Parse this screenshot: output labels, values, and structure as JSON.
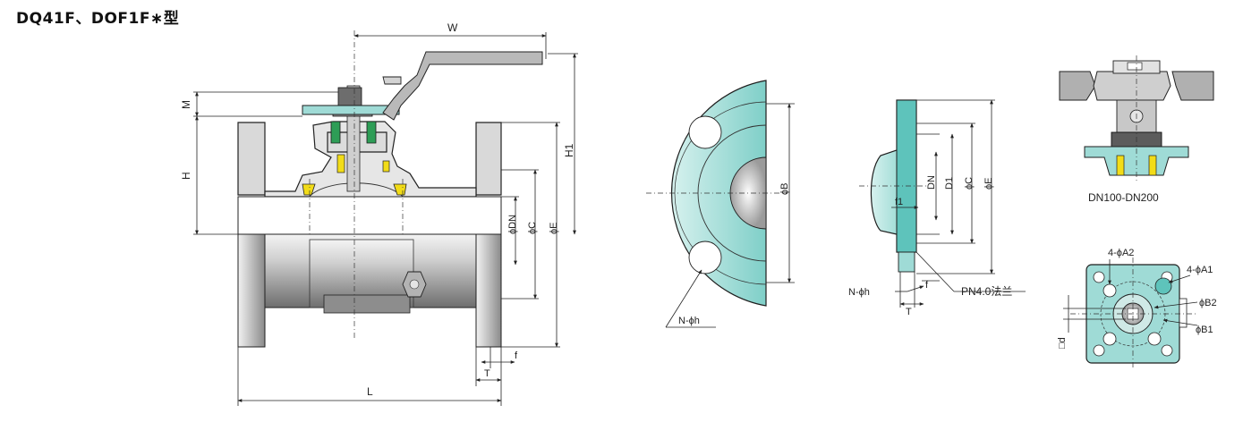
{
  "title": "DQ41F、DOF1F∗型",
  "main_view": {
    "labels": {
      "W": "W",
      "M": "M",
      "H": "H",
      "H1": "H1",
      "DN": "ϕDN",
      "C": "ϕC",
      "E": "ϕE",
      "f": "f",
      "T": "T",
      "L": "L"
    }
  },
  "flange_half_view": {
    "labels": {
      "B": "ϕB",
      "holes": "N-ϕh"
    }
  },
  "flange_section_view": {
    "labels": {
      "f1": "f1",
      "DN": "DN",
      "D1": "D1",
      "C": "ϕC",
      "E": "ϕE",
      "holes": "N-ϕh",
      "T": "T",
      "f": "f",
      "pn": "PN4.0法兰"
    }
  },
  "top_detail_view": {
    "caption": "DN100-DN200"
  },
  "mounting_pad_view": {
    "labels": {
      "A2": "4-ϕA2",
      "A1": "4-ϕA1",
      "B2": "ϕB2",
      "B1": "ϕB1",
      "d": "□d"
    }
  },
  "colors": {
    "accent_teal": "#9fdbd6",
    "accent_teal_dark": "#5ec3bb",
    "seal_yellow": "#f2dc18",
    "seal_green": "#2e9d56",
    "handle_gray": "#b9b9b9"
  }
}
